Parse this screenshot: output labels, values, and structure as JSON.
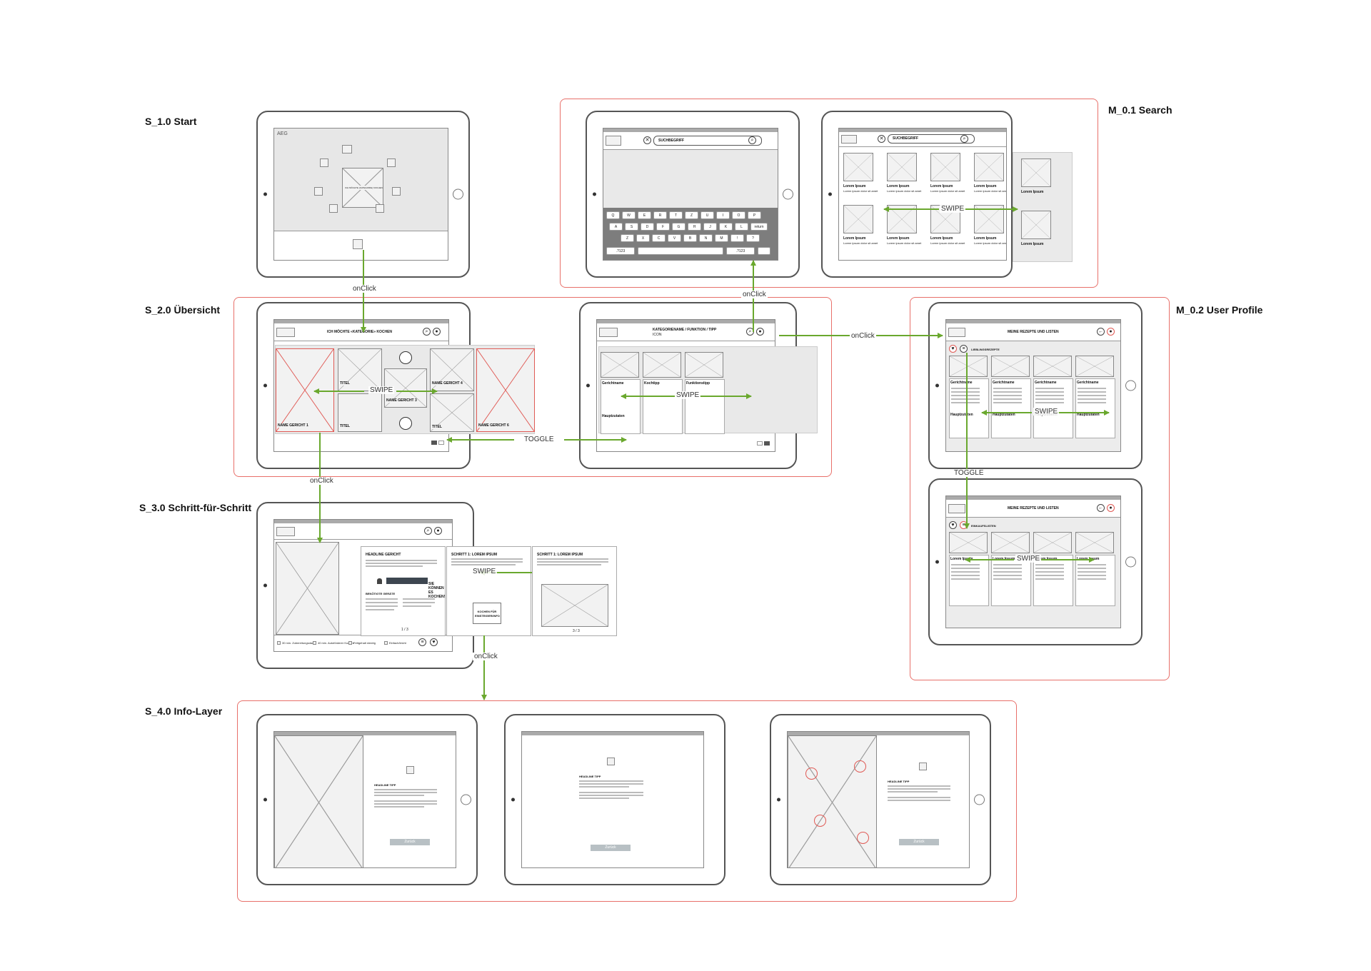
{
  "sections": {
    "s1": "S_1.0 Start",
    "m01": "M_0.1 Search",
    "s2": "S_2.0 Übersicht",
    "m02": "M_0.2 User Profile",
    "s3": "S_3.0 Schritt-für-Schritt",
    "s4": "S_4.0 Info-Layer"
  },
  "flow": {
    "onclick": "onClick",
    "swipe": "SWIPE",
    "toggle": "TOGGLE"
  },
  "start": {
    "brand": "AEG",
    "center": "ICH MÖCHTE (KATEGORIE) KOCHEN"
  },
  "search": {
    "term": "SUCHBEGRIFF",
    "keys_row1": [
      "Q",
      "W",
      "E",
      "R",
      "T",
      "Z",
      "U",
      "I",
      "O",
      "P"
    ],
    "keys_row2": [
      "A",
      "S",
      "D",
      "F",
      "G",
      "H",
      "J",
      "K",
      "L",
      "return"
    ],
    "keys_row3": [
      "Z",
      "X",
      "C",
      "V",
      "B",
      "N",
      "M",
      "!",
      "?"
    ],
    "key_num": ".?123",
    "item_title": "Lorem Ipsum",
    "item_text": "Lorem ipsum dolor sit amet, consectetuer adipiscing elit."
  },
  "overview": {
    "title": "ICH MÖCHTE «KATEGORIE» KOCHEN",
    "dish1": "NAME GERICHT 1",
    "dish3": "NAME GERICHT 3",
    "dish4": "NAME GERICHT 4",
    "dish6": "NAME GERICHT 6",
    "titel": "TITEL",
    "list_title": "KATEGORIENAME / FUNKTION / TIPP",
    "list_sub": "ICON",
    "dish_name": "Gerichtname",
    "cook": "Kochtipp",
    "function": "Funktionstipp",
    "ingredients": "Hauptzutaten"
  },
  "profile": {
    "title": "MEINE REZEPTE UND LISTEN",
    "favorites": "LIEBLINGSREZEPTE",
    "shopping": "EINKAUFSLISTEN",
    "dish_name": "Gerichtname",
    "ingredients": "Hauptzutaten",
    "item_title": "Lorem Ipsum"
  },
  "steps": {
    "headline": "HEADLINE GERICHT",
    "step1": "SCHRITT 1: LOREM IPSUM",
    "step2": "SCHRITT 1: LOREM IPSUM",
    "needed": "BENÖTIGTE GERÄTE",
    "cta": "SIE KÖNNEN ES KOCHEN!",
    "info": "KOCHEN FÜR EINSTEIGER/INFO",
    "page1": "1 / 3",
    "page2": "3 / 3",
    "footer": [
      "30 min. Zubereitungsdauer",
      "40 min. Autoförderer Kochen",
      "Fettgehalt niedrig",
      "Einfach/leicht"
    ]
  },
  "info": {
    "headline": "HEADLINE TIPP",
    "button": "Zurück"
  }
}
